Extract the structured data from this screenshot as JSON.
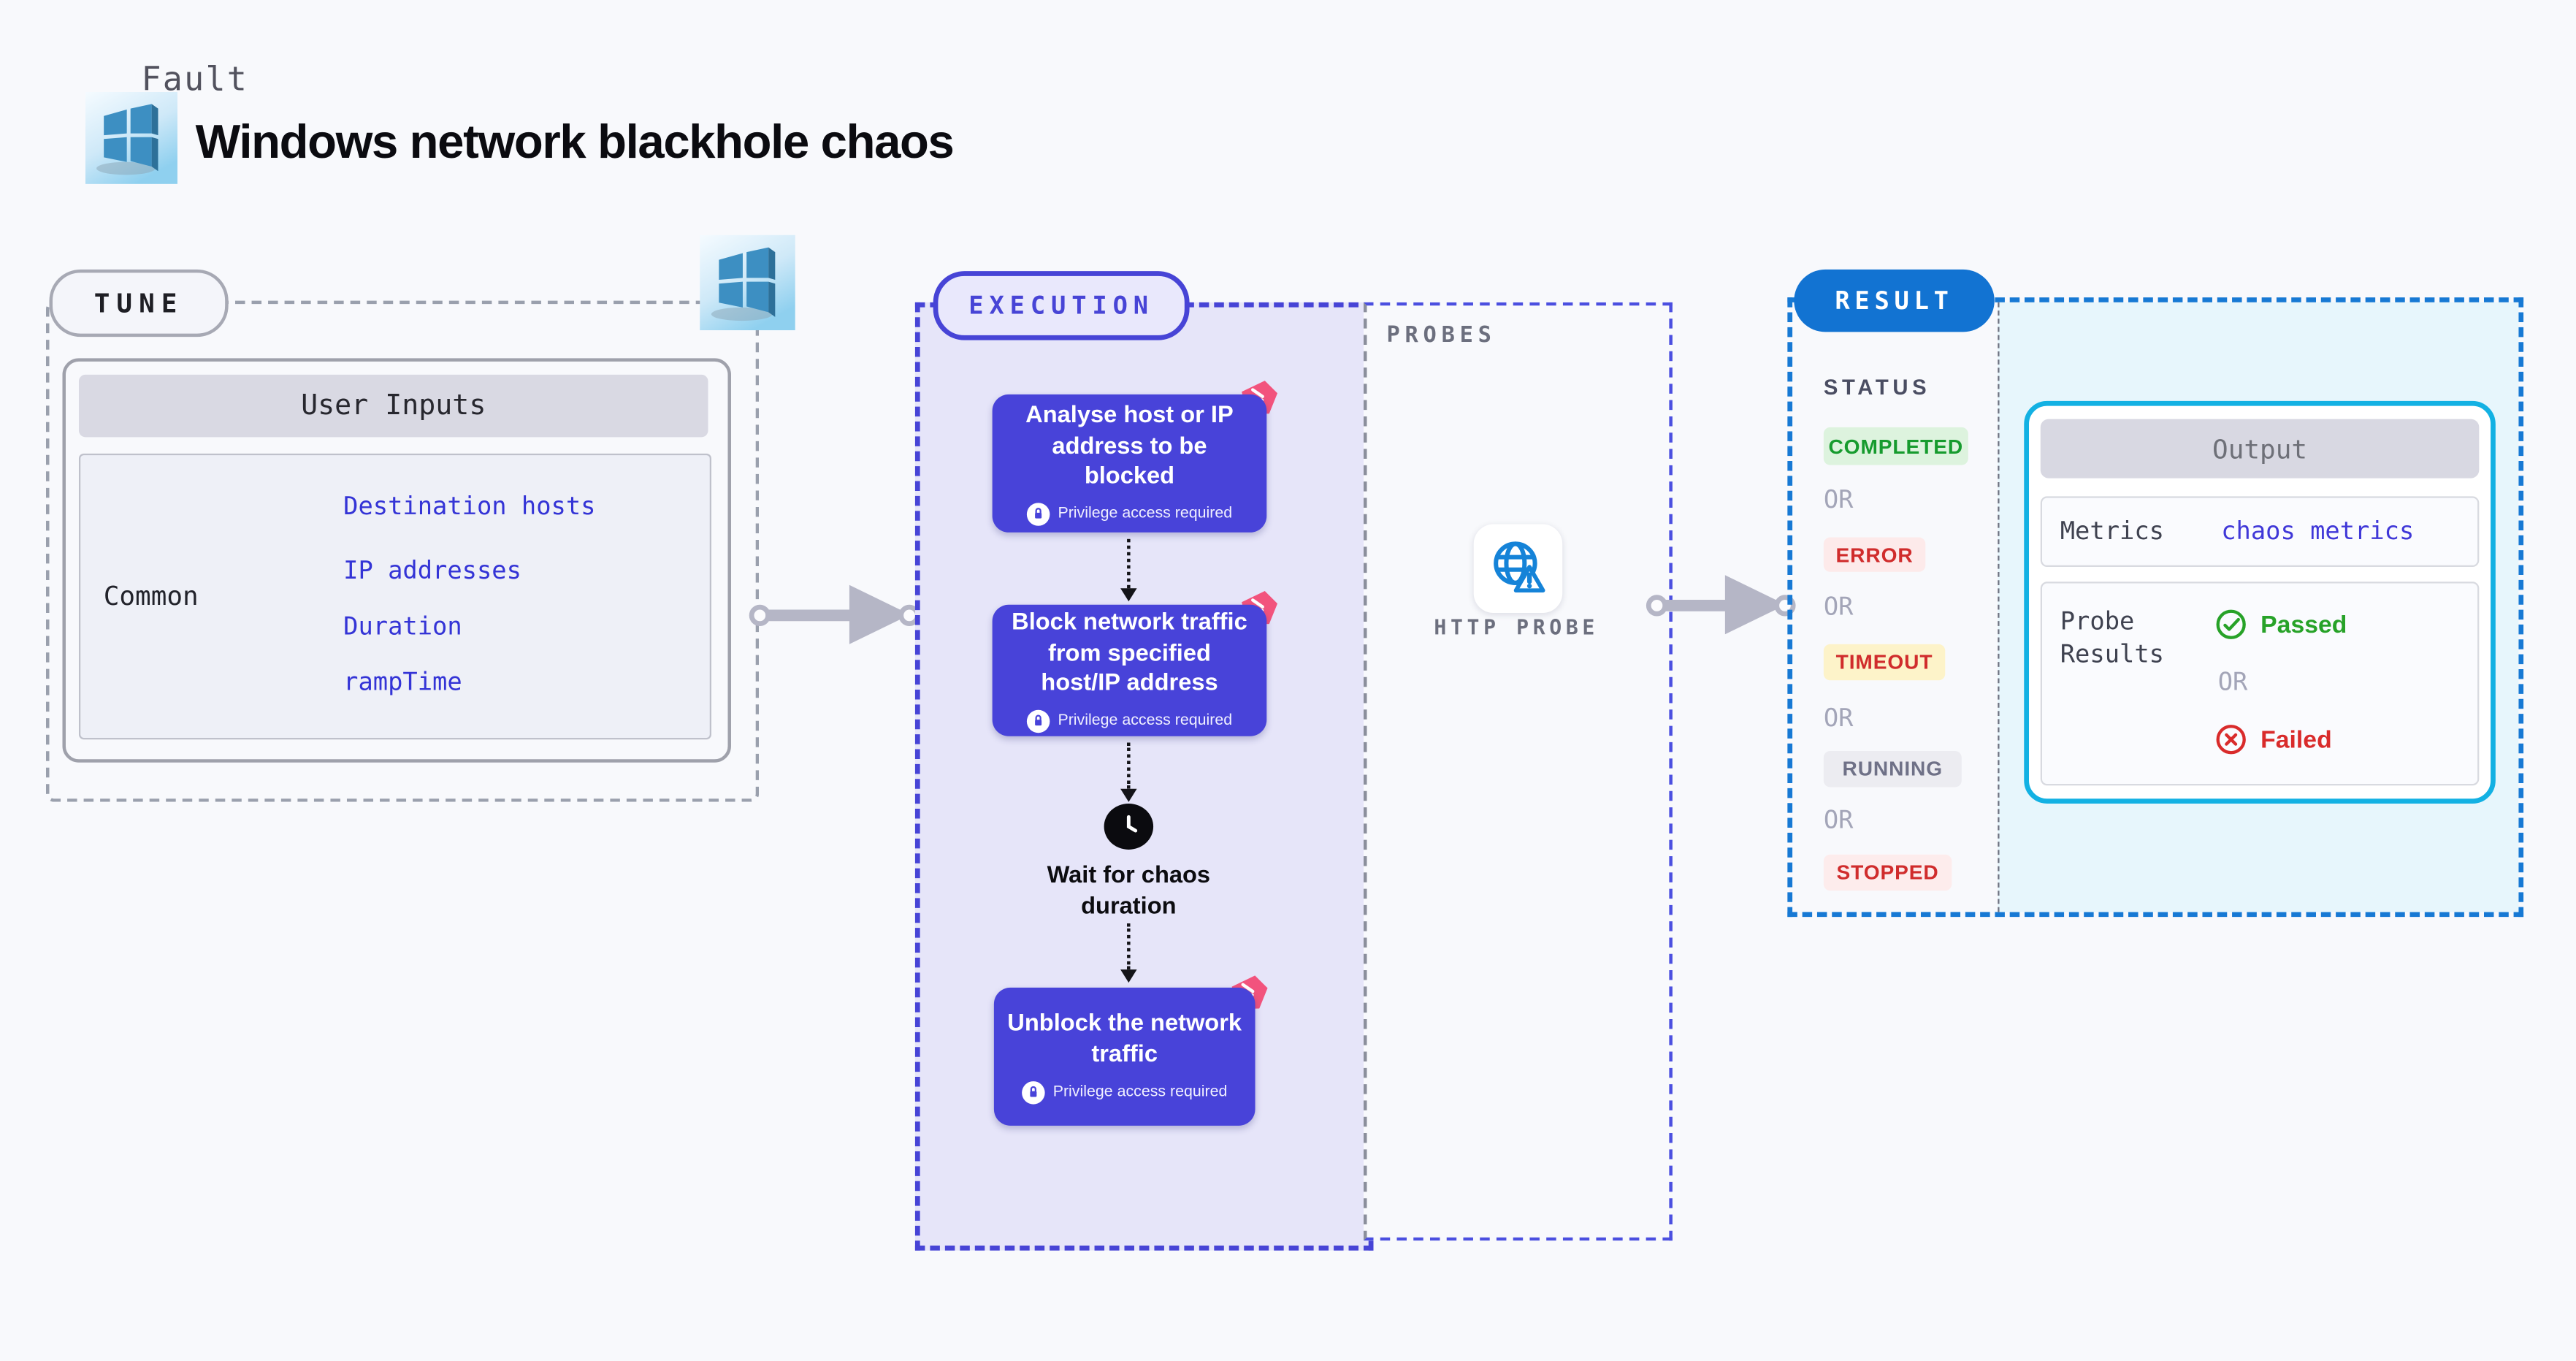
{
  "header": {
    "fault_label": "Fault",
    "title": "Windows network blackhole chaos"
  },
  "tune": {
    "badge": "TUNE",
    "table_header": "User Inputs",
    "group_label": "Common",
    "inputs": [
      {
        "label": "Destination hosts"
      },
      {
        "label": "IP addresses"
      },
      {
        "label": "Duration"
      },
      {
        "label": "rampTime"
      }
    ]
  },
  "execution": {
    "badge": "EXECUTION",
    "steps": [
      {
        "title": "Analyse host or IP address to be blocked",
        "note": "Privilege access required"
      },
      {
        "title": "Block network traffic from specified host/IP address",
        "note": "Privilege access required"
      },
      {
        "title": "Unblock the network traffic",
        "note": "Privilege access required"
      }
    ],
    "wait_label": "Wait for chaos duration"
  },
  "probes": {
    "title": "PROBES",
    "probe_label": "HTTP PROBE"
  },
  "result": {
    "badge": "RESULT",
    "status_title": "STATUS",
    "or_label": "OR",
    "statuses": [
      {
        "label": "COMPLETED",
        "type": "success"
      },
      {
        "label": "ERROR",
        "type": "error"
      },
      {
        "label": "TIMEOUT",
        "type": "warning"
      },
      {
        "label": "RUNNING",
        "type": "neutral"
      },
      {
        "label": "STOPPED",
        "type": "stopped"
      }
    ],
    "output": {
      "title": "Output",
      "metrics_label": "Metrics",
      "metrics_value": "chaos metrics",
      "probe_results_label": "Probe Results",
      "passed_label": "Passed",
      "or_label": "OR",
      "failed_label": "Failed"
    }
  },
  "colors": {
    "page_bg": "#f8f9fc",
    "indigo": "#4744d6",
    "execution_fill": "#e6e5f9",
    "step_fill": "#4843d9",
    "pink_badge": "#f2537d",
    "link_blue": "#3434d6",
    "result_blue": "#1273d2",
    "result_dash": "#1779d4",
    "cyan_border": "#13b1e3",
    "cyan_fill": "#e7f6fc",
    "success_green": "#169b2e",
    "error_red": "#d02c2c",
    "passed_green": "#27a228",
    "failed_red": "#d92b2b",
    "arrow_gray": "#b5b6c6"
  }
}
